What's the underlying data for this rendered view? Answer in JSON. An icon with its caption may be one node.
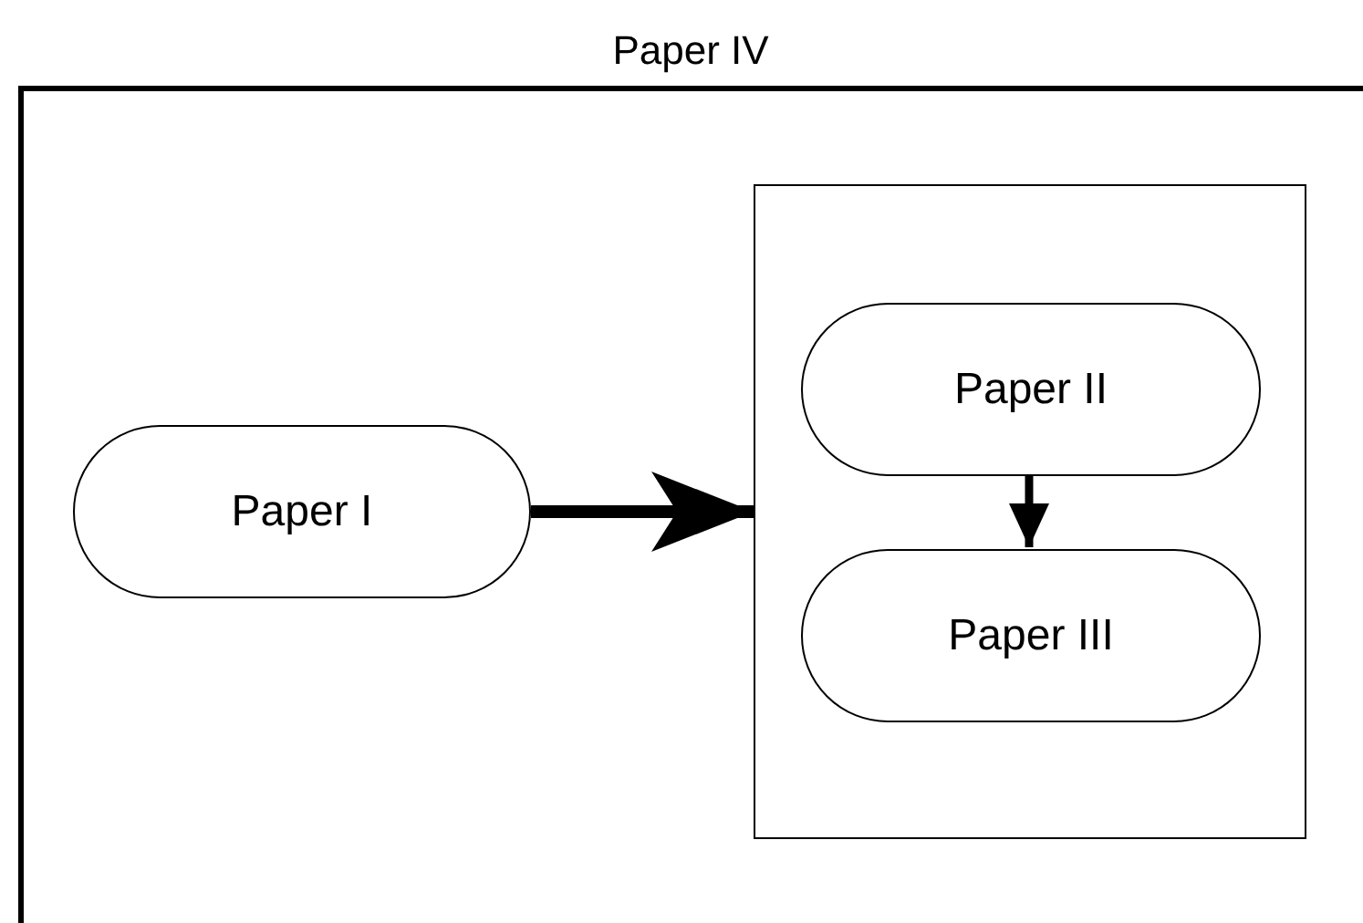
{
  "diagram": {
    "nodes": [
      {
        "text": [
          "Paper IV"
        ]
      },
      {
        "text": [
          "Paper I"
        ],
        "in": 0
      },
      {
        "text": [],
        "shape": "box",
        "in": 0
      },
      {
        "text": [
          "Paper II"
        ],
        "in": 2
      },
      {
        "text": [
          "Paper III"
        ],
        "in": 2
      }
    ],
    "edges": [
      {
        "from": 1,
        "to": 2,
        "arrow": "to"
      },
      {
        "from": 3,
        "to": 4,
        "arrow": "to"
      }
    ]
  }
}
